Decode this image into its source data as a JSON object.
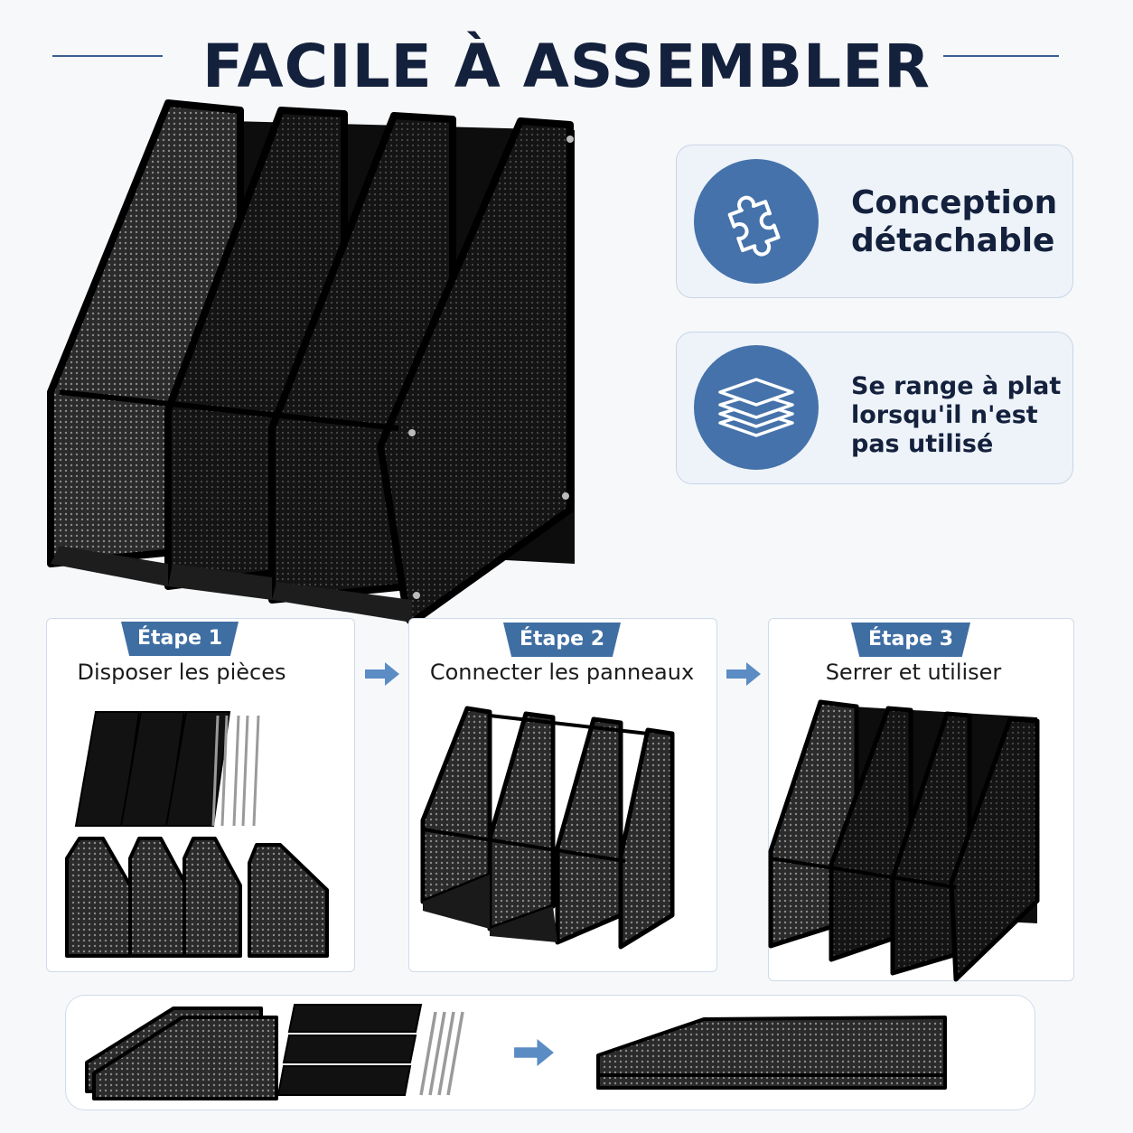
{
  "title": "FACILE À ASSEMBLER",
  "features": [
    {
      "icon": "puzzle-icon",
      "line1": "Conception",
      "line2": "détachable"
    },
    {
      "icon": "stacked-layers-icon",
      "line1": "Se range à plat",
      "line2": "lorsqu'il n'est",
      "line3": "pas utilisé"
    }
  ],
  "steps": [
    {
      "badge": "Étape 1",
      "label": "Disposer les pièces"
    },
    {
      "badge": "Étape 2",
      "label": "Connecter les panneaux"
    },
    {
      "badge": "Étape 3",
      "label": "Serrer et utiliser"
    }
  ],
  "colors": {
    "accent": "#4572aa",
    "title": "#14213d",
    "arrow": "#5b8cc4"
  }
}
